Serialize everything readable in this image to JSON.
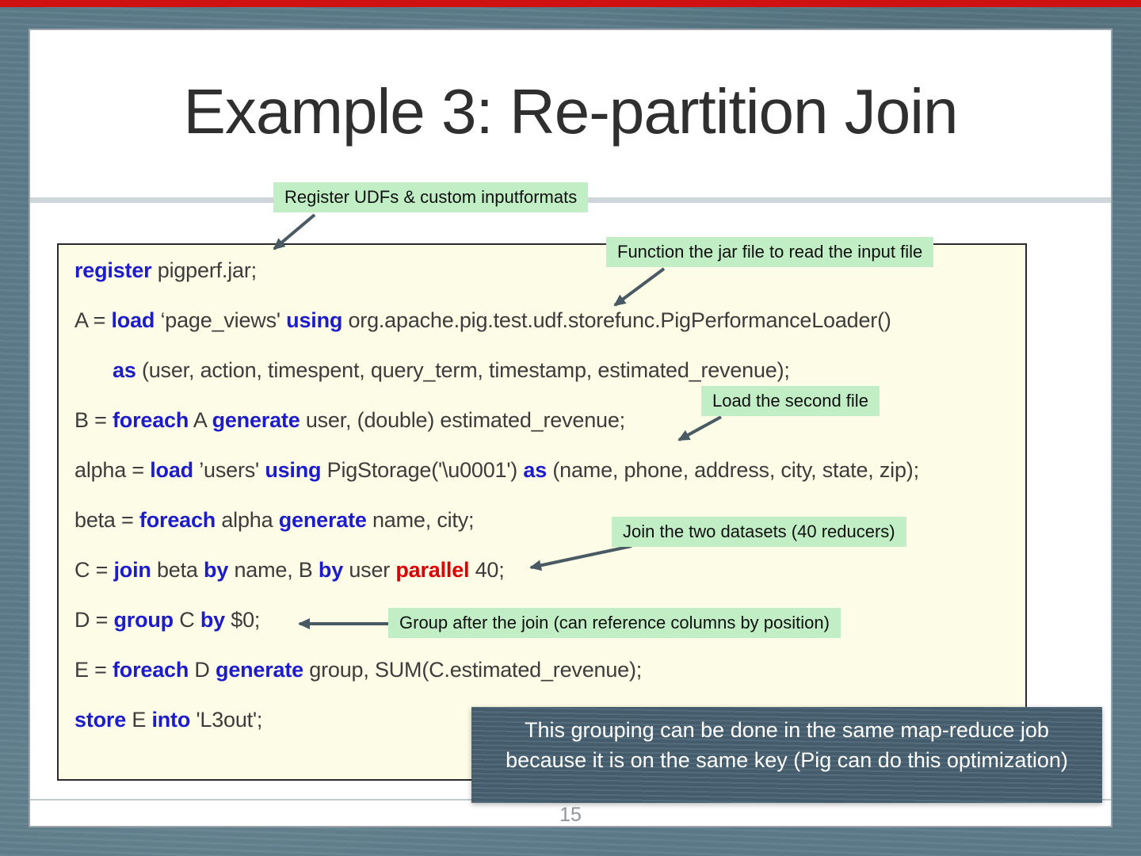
{
  "slide": {
    "title": "Example 3: Re-partition Join",
    "page_number": "15"
  },
  "callouts": {
    "register_udfs": "Register UDFs & custom inputformats",
    "function_jar": "Function the jar file to read the input file",
    "load_second_file": "Load the second file",
    "join_datasets": "Join the two datasets (40 reducers)",
    "group_after_join": "Group after the join (can reference columns by position)",
    "bottom_note": "This grouping can be done in the same map-reduce job because it is on the same key (Pig can do this optimization)"
  },
  "code": {
    "lines": [
      {
        "segs": [
          {
            "t": "register",
            "s": "kw"
          },
          {
            "t": " pigperf.jar;",
            "s": "pl"
          }
        ]
      },
      {
        "segs": [
          {
            "t": "A = ",
            "s": "pl"
          },
          {
            "t": "load",
            "s": "kw"
          },
          {
            "t": " ‘page_views' ",
            "s": "pl"
          },
          {
            "t": "using",
            "s": "kw"
          },
          {
            "t": " org.apache.pig.test.udf.storefunc.PigPerformanceLoader()",
            "s": "pl"
          }
        ]
      },
      {
        "indent": true,
        "segs": [
          {
            "t": "as",
            "s": "kw"
          },
          {
            "t": " (user, action, timespent, query_term, timestamp, estimated_revenue);",
            "s": "pl"
          }
        ]
      },
      {
        "segs": [
          {
            "t": "B = ",
            "s": "pl"
          },
          {
            "t": "foreach",
            "s": "kw"
          },
          {
            "t": " A ",
            "s": "pl"
          },
          {
            "t": "generate",
            "s": "kw"
          },
          {
            "t": " user, (double) estimated_revenue;",
            "s": "pl"
          }
        ]
      },
      {
        "segs": [
          {
            "t": "alpha = ",
            "s": "pl"
          },
          {
            "t": "load",
            "s": "kw"
          },
          {
            "t": " ’users' ",
            "s": "pl"
          },
          {
            "t": "using",
            "s": "kw"
          },
          {
            "t": " PigStorage('\\u0001') ",
            "s": "pl"
          },
          {
            "t": "as",
            "s": "kw"
          },
          {
            "t": " (name, phone, address, city, state, zip);",
            "s": "pl"
          }
        ]
      },
      {
        "segs": [
          {
            "t": "beta = ",
            "s": "pl"
          },
          {
            "t": "foreach",
            "s": "kw"
          },
          {
            "t": " alpha ",
            "s": "pl"
          },
          {
            "t": "generate",
            "s": "kw"
          },
          {
            "t": " name, city;",
            "s": "pl"
          }
        ]
      },
      {
        "segs": [
          {
            "t": "C = ",
            "s": "pl"
          },
          {
            "t": "join",
            "s": "kw"
          },
          {
            "t": " beta ",
            "s": "pl"
          },
          {
            "t": "by",
            "s": "kw"
          },
          {
            "t": " name, B ",
            "s": "pl"
          },
          {
            "t": "by",
            "s": "kw"
          },
          {
            "t": " user ",
            "s": "pl"
          },
          {
            "t": "parallel",
            "s": "red"
          },
          {
            "t": " 40;",
            "s": "pl"
          }
        ]
      },
      {
        "segs": [
          {
            "t": "D = ",
            "s": "pl"
          },
          {
            "t": "group",
            "s": "kw"
          },
          {
            "t": " C ",
            "s": "pl"
          },
          {
            "t": "by",
            "s": "kw"
          },
          {
            "t": " $0;",
            "s": "pl"
          }
        ]
      },
      {
        "segs": [
          {
            "t": "E = ",
            "s": "pl"
          },
          {
            "t": "foreach",
            "s": "kw"
          },
          {
            "t": " D ",
            "s": "pl"
          },
          {
            "t": "generate",
            "s": "kw"
          },
          {
            "t": " group, SUM(C.estimated_revenue);",
            "s": "pl"
          }
        ]
      },
      {
        "segs": [
          {
            "t": "store",
            "s": "kw"
          },
          {
            "t": " E ",
            "s": "pl"
          },
          {
            "t": "into",
            "s": "kw"
          },
          {
            "t": " 'L3out';",
            "s": "pl"
          }
        ]
      }
    ]
  },
  "colors": {
    "background": "#5d7c8b",
    "top_bar": "#cf1111",
    "slide_bg": "#ffffff",
    "code_bg": "#fdfce6",
    "callout_bg": "#c2eec6",
    "keyword": "#1c1ccd",
    "parallel": "#dd0000",
    "note_bg": "#486272",
    "arrow": "#4a5a64"
  }
}
